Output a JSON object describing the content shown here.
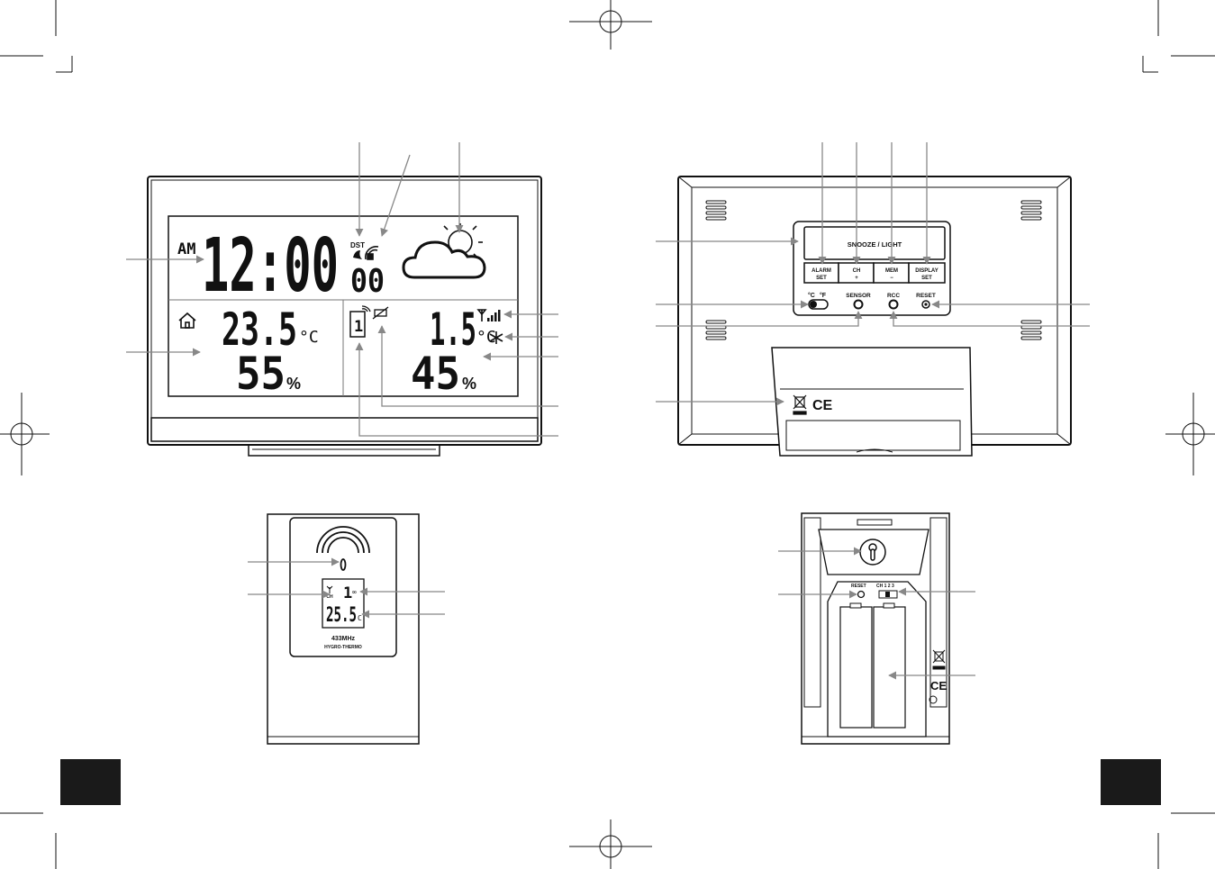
{
  "front_display": {
    "am_indicator": "AM",
    "time": "12:00",
    "dst_label": "DST",
    "seconds": "00",
    "weather_icon": "sun-behind-cloud-icon",
    "home_icon": "house-icon",
    "indoor_temperature": "23.5",
    "indoor_temp_unit": "°C",
    "indoor_humidity": "55",
    "humidity_unit": "%",
    "channel_number": "1",
    "signal_icon": "signal-strength-icon",
    "outdoor_temperature": "1.5",
    "outdoor_temp_unit": "°C",
    "frost_icon": "snowflake-icon",
    "outdoor_humidity": "45",
    "outdoor_humidity_unit": "%"
  },
  "back_panel": {
    "snooze_label": "SNOOZE / LIGHT",
    "buttons": [
      {
        "line1": "ALARM",
        "line2": "SET"
      },
      {
        "line1": "CH",
        "line2": "+"
      },
      {
        "line1": "MEM",
        "line2": "−"
      },
      {
        "line1": "DISPLAY",
        "line2": "SET"
      }
    ],
    "unit_switch_c": "°C",
    "unit_switch_f": "°F",
    "sensor_label": "SENSOR",
    "rcc_label": "RCC",
    "reset_label": "RESET",
    "ce_mark": "CE",
    "weee_icon": "crossed-bin-icon"
  },
  "sensor_front": {
    "wave_icon": "transmission-waves-icon",
    "ch_label": "CH",
    "channel_number": "1",
    "temperature": "25.5",
    "unit": "C",
    "frequency": "433MHz",
    "model": "HYGRO-THERMO"
  },
  "sensor_back": {
    "reset_label": "RESET",
    "ch_label": "CH 1 2 3",
    "ce_mark": "CE",
    "weee_icon": "crossed-bin-icon"
  }
}
